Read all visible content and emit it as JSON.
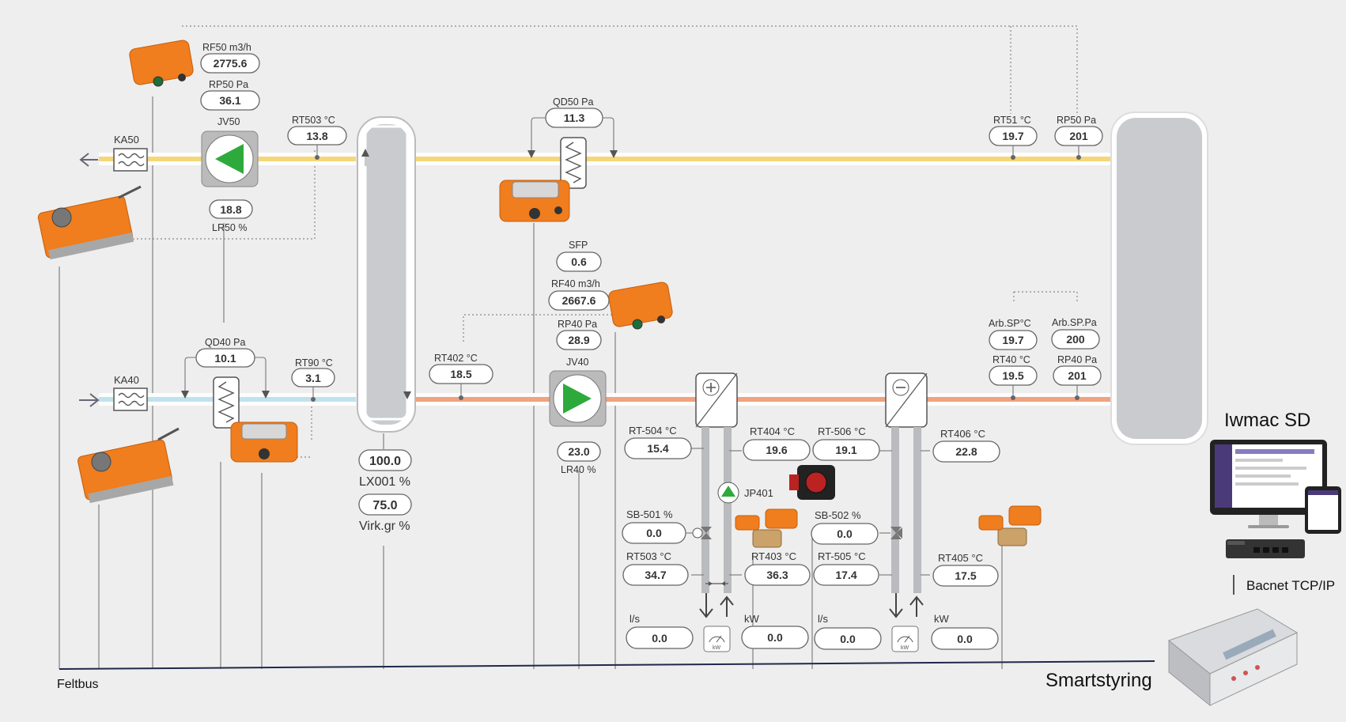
{
  "labels": {
    "ka50": "KA50",
    "ka40": "KA40",
    "jv50": "JV50",
    "jv40": "JV40",
    "rf50": "RF50 m3/h",
    "rp50": "RP50 Pa",
    "lr50": "LR50 %",
    "rt503": "RT503 °C",
    "qd50": "QD50 Pa",
    "rt51": "RT51 °C",
    "rp50b": "RP50 Pa",
    "qd40": "QD40 Pa",
    "rt90": "RT90 °C",
    "rt402": "RT402 °C",
    "sfp": "SFP",
    "rf40": "RF40 m3/h",
    "rp40": "RP40 Pa",
    "lr40": "LR40 %",
    "arb_sp_c": "Arb.SP°C",
    "arb_sp_pa": "Arb.SP.Pa",
    "rt40": "RT40 °C",
    "rp40b": "RP40 Pa",
    "lx001": "LX001 %",
    "virk": "Virk.gr %",
    "rt504": "RT-504 °C",
    "rt404": "RT404 °C",
    "rt506": "RT-506 °C",
    "rt406": "RT406 °C",
    "jp401": "JP401",
    "sb501": "SB-501 %",
    "sb502": "SB-502 %",
    "rt503b": "RT503 °C",
    "rt403": "RT403 °C",
    "rt505": "RT-505 °C",
    "rt405": "RT405 °C",
    "ls1": "l/s",
    "kw1": "kW",
    "ls2": "l/s",
    "kw2": "kW",
    "kw_icon": "kW",
    "feltbus": "Feltbus",
    "smartstyring": "Smartstyring",
    "iwmac": "Iwmac SD",
    "bacnet": "Bacnet TCP/IP"
  },
  "values": {
    "rf50": "2775.6",
    "rp50": "36.1",
    "lr50": "18.8",
    "rt503": "13.8",
    "qd50": "11.3",
    "rt51": "19.7",
    "rp50b": "201",
    "qd40": "10.1",
    "rt90": "3.1",
    "rt402": "18.5",
    "sfp": "0.6",
    "rf40": "2667.6",
    "rp40": "28.9",
    "lr40": "23.0",
    "arb_sp_c": "19.7",
    "arb_sp_pa": "200",
    "rt40": "19.5",
    "rp40b": "201",
    "lx001": "100.0",
    "virk": "75.0",
    "rt504": "15.4",
    "rt404": "19.6",
    "rt506": "19.1",
    "rt406": "22.8",
    "sb501": "0.0",
    "sb502": "0.0",
    "rt503b": "34.7",
    "rt403": "36.3",
    "rt505": "17.4",
    "rt405": "17.5",
    "ls1": "0.0",
    "kw1": "0.0",
    "ls2": "0.0",
    "kw2": "0.0"
  },
  "colors": {
    "exhaust_duct": "#f5d77a",
    "outdoor_duct": "#bfe3ec",
    "supply_duct": "#f2a27e",
    "fan_green": "#2eaa3c",
    "actuator_orange": "#f07d1e",
    "fieldbus": "#1e2a4a"
  }
}
